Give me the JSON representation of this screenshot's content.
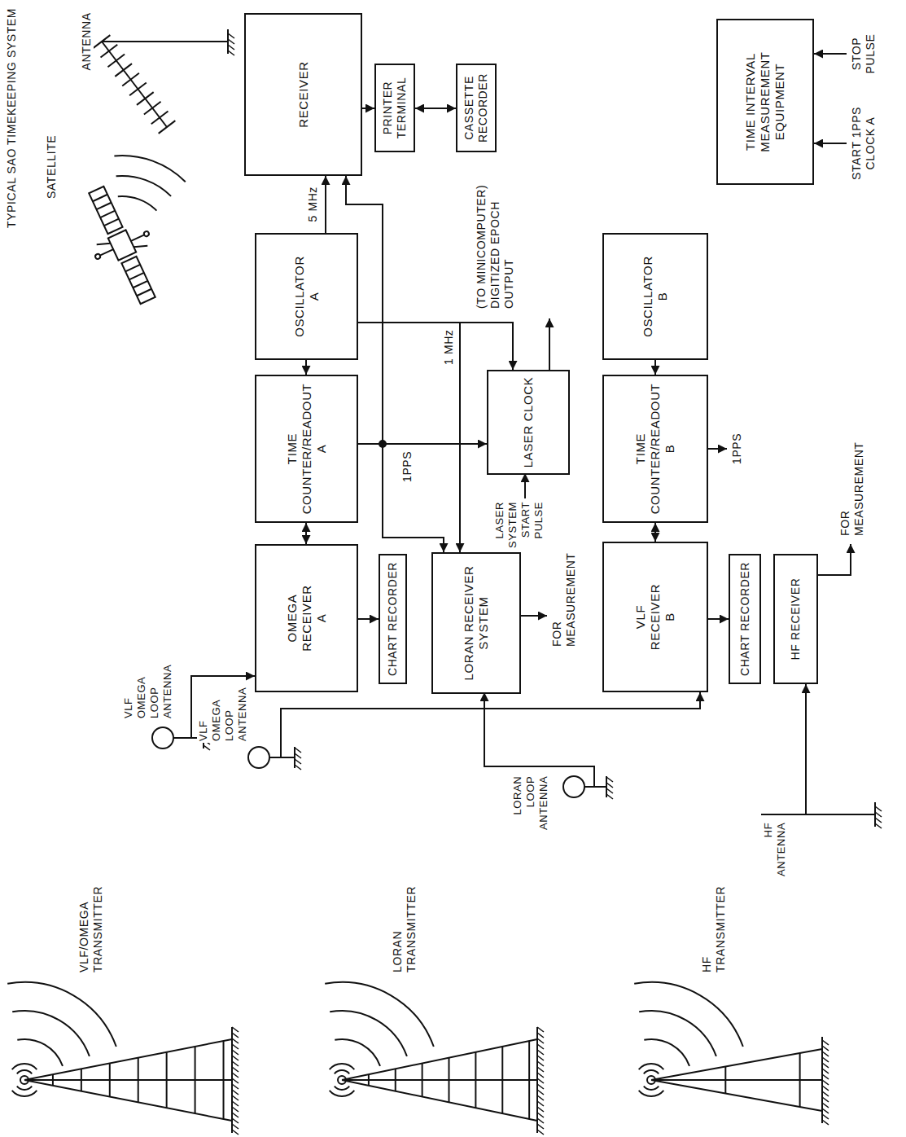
{
  "diagram": {
    "title": "TYPICAL SAO TIMEKEEPING SYSTEM",
    "nodes": [
      {
        "text": [
          "RECEIVER"
        ]
      },
      {
        "text": [
          "PRINTER TERMINAL"
        ]
      },
      {
        "text": [
          "CASSETTE RECORDER"
        ]
      },
      {
        "text": [
          "OSCILLATOR A"
        ]
      },
      {
        "text": [
          "TIME COUNTER/READOUT A"
        ]
      },
      {
        "text": [
          "OMEGA RECEIVER A"
        ]
      },
      {
        "text": [
          "CHART RECORDER"
        ]
      },
      {
        "text": [
          "LORAN RECEIVER SYSTEM"
        ]
      },
      {
        "text": [
          "LASER CLOCK"
        ]
      },
      {
        "text": [
          "OSCILLATOR B"
        ]
      },
      {
        "text": [
          "TIME COUNTER/READOUT B"
        ]
      },
      {
        "text": [
          "VLF RECEIVER B"
        ]
      },
      {
        "text": [
          "CHART RECORDER"
        ]
      },
      {
        "text": [
          "HF RECEIVER"
        ]
      },
      {
        "text": [
          "TIME INTERVAL MEASUREMENT EQUIPMENT"
        ]
      }
    ],
    "edges": [
      {
        "from": 0,
        "to": 1,
        "arrow": "to"
      },
      {
        "from": 1,
        "to": 2,
        "arrow": "both"
      },
      {
        "from": 3,
        "to": 0,
        "label": "5 MHz",
        "arrow": "to"
      },
      {
        "from": 4,
        "to": 0,
        "arrow": "to"
      },
      {
        "from": 3,
        "to": 4,
        "arrow": "to"
      },
      {
        "from": 4,
        "to": 5,
        "arrow": "both"
      },
      {
        "from": 5,
        "to": 6,
        "arrow": "to"
      },
      {
        "from": 4,
        "to": 7,
        "arrow": "to"
      },
      {
        "from": 3,
        "to": 7,
        "label": "1 MHz",
        "arrow": "to"
      },
      {
        "from": 3,
        "to": 8,
        "arrow": "to"
      },
      {
        "from": 4,
        "to": 8,
        "arrow": "to"
      },
      {
        "from": 9,
        "to": 10,
        "arrow": "to"
      },
      {
        "from": 10,
        "to": 11,
        "arrow": "both"
      },
      {
        "from": 11,
        "to": 12,
        "arrow": "to"
      }
    ],
    "labels": [
      "SATELLITE",
      "ANTENNA",
      "VLF/OMEGA TRANSMITTER",
      "VLF OMEGA LOOP ANTENNA",
      "VLF OMEGA LOOP ANTENNA",
      "LORAN TRANSMITTER",
      "LORAN LOOP ANTENNA",
      "HF TRANSMITTER",
      "HF ANTENNA",
      "1PPS",
      "(TO MINICOMPUTER) DIGITIZED EPOCH OUTPUT",
      "LASER SYSTEM START PULSE",
      "FOR MEASUREMENT",
      "1PPS",
      "FOR MEASUREMENT",
      "START 1PPS CLOCK A",
      "STOP PULSE"
    ]
  }
}
